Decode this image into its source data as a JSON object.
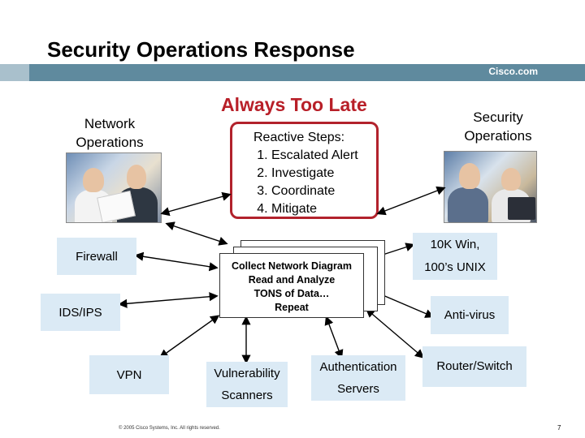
{
  "header": {
    "title": "Security Operations Response",
    "brand": "Cisco.com"
  },
  "center": {
    "heading": "Always Too Late",
    "steps_title": "Reactive Steps:",
    "steps": [
      "Escalated Alert",
      "Investigate",
      "Coordinate",
      "Mitigate"
    ]
  },
  "groups": {
    "network_ops": "Network\nOperations",
    "security_ops": "Security\nOperations"
  },
  "process": {
    "line1": "Collect Network Diagram",
    "line2": "Read and Analyze",
    "line3": "TONS of Data…",
    "line4": "Repeat"
  },
  "devices": {
    "firewall": "Firewall",
    "ids_ips": "IDS/IPS",
    "vpn": "VPN",
    "vuln_1": "Vulnerability",
    "vuln_2": "Scanners",
    "auth_1": "Authentication",
    "auth_2": "Servers",
    "win": "10K Win,",
    "unix": "100’s UNIX",
    "antivirus": "Anti-virus",
    "router": "Router/Switch"
  },
  "footer": {
    "copyright": "© 2005 Cisco Systems, Inc. All rights reserved.",
    "page": "7"
  },
  "colors": {
    "banner": "#5f8a9e",
    "accent_red": "#b81f28",
    "box_blue": "#dbeaf5"
  }
}
